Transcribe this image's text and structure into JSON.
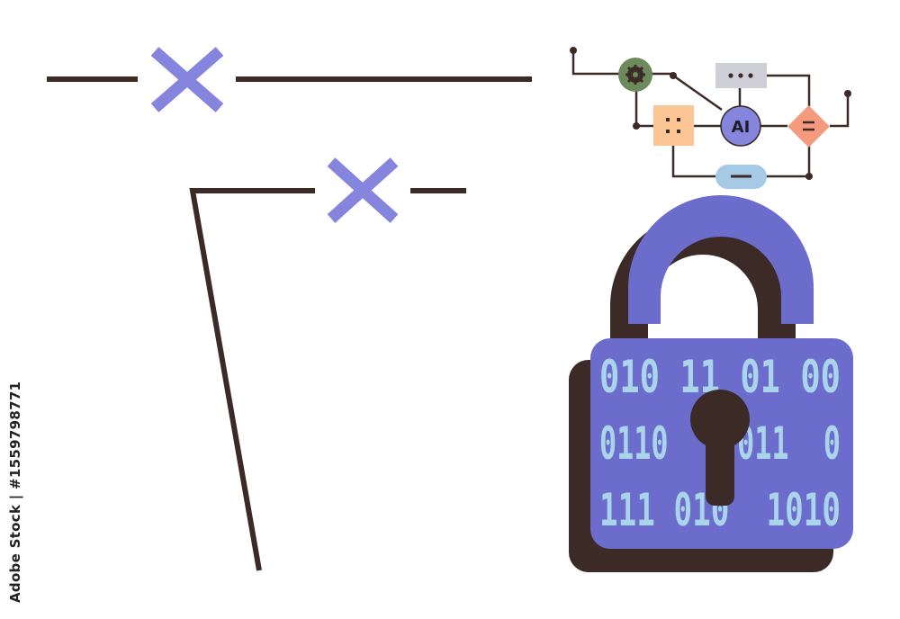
{
  "stock_id": "#1559798771",
  "watermark_side_text": "Adobe Stock | #1559798771",
  "colors": {
    "ink": "#3b2a26",
    "accent_purple": "#6b6ccc",
    "cross_purple": "#8585dd",
    "binary_blue": "#a9d4ea",
    "node_green": "#6c8a5c",
    "node_orange": "#fbc595",
    "node_salmon": "#f59a7d",
    "node_gray": "#cfcfd8",
    "node_blue": "#a6c9e6"
  },
  "icons": {
    "gear": "gear-icon",
    "chat": "ellipsis-icon",
    "equals": "equals-icon",
    "minus": "minus-icon",
    "grid": "dots-grid-icon",
    "lock": "padlock-icon"
  },
  "diagram": {
    "ai_label": "AI",
    "equals_label": "=",
    "chat_label": "•••"
  },
  "padlock": {
    "binary_rows": [
      "010 11 01 00",
      "0110    011  0",
      "111 010  1010"
    ]
  }
}
